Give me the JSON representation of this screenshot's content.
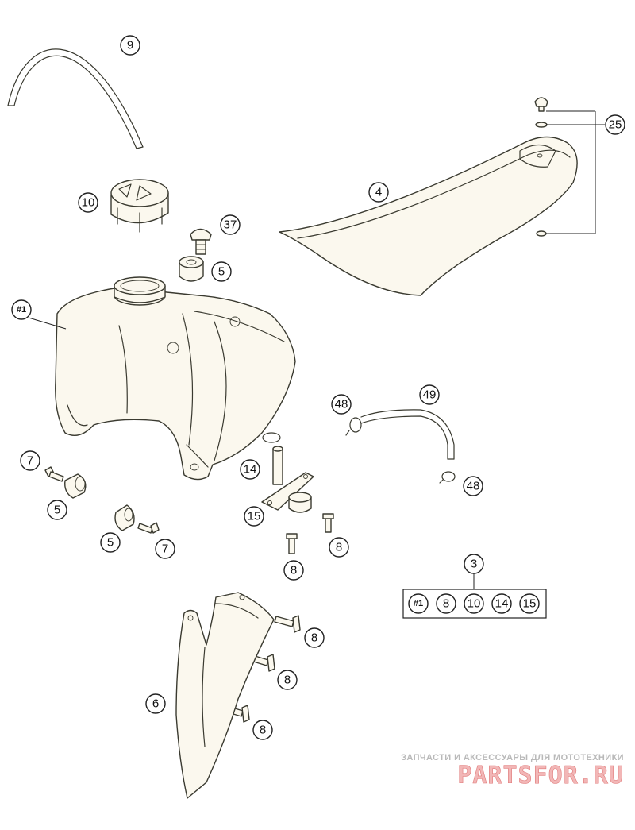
{
  "callouts": [
    {
      "id": "c9",
      "label": "9"
    },
    {
      "id": "c10",
      "label": "10"
    },
    {
      "id": "c37",
      "label": "37"
    },
    {
      "id": "c5a",
      "label": "5"
    },
    {
      "id": "c4",
      "label": "4"
    },
    {
      "id": "c25",
      "label": "25"
    },
    {
      "id": "c1",
      "label": "#1"
    },
    {
      "id": "c48a",
      "label": "48"
    },
    {
      "id": "c49",
      "label": "49"
    },
    {
      "id": "c14",
      "label": "14"
    },
    {
      "id": "c7a",
      "label": "7"
    },
    {
      "id": "c5b",
      "label": "5"
    },
    {
      "id": "c15",
      "label": "15"
    },
    {
      "id": "c48b",
      "label": "48"
    },
    {
      "id": "c5c",
      "label": "5"
    },
    {
      "id": "c7b",
      "label": "7"
    },
    {
      "id": "c8a",
      "label": "8"
    },
    {
      "id": "c8b",
      "label": "8"
    },
    {
      "id": "c3",
      "label": "3"
    },
    {
      "id": "c8c",
      "label": "8"
    },
    {
      "id": "c6",
      "label": "6"
    },
    {
      "id": "c8d",
      "label": "8"
    },
    {
      "id": "c8e",
      "label": "8"
    }
  ],
  "kit": {
    "label": "3",
    "items": [
      "#1",
      "8",
      "10",
      "14",
      "15"
    ]
  },
  "watermark": {
    "tagline": "ЗАПЧАСТИ И АКСЕССУАРЫ ДЛЯ МОТОТЕХНИКИ",
    "brand": "PARTSFOR.RU"
  },
  "colors": {
    "part_fill": "#fbf8ee",
    "outline": "#3a3a30",
    "brand": "#f2b6b6"
  }
}
